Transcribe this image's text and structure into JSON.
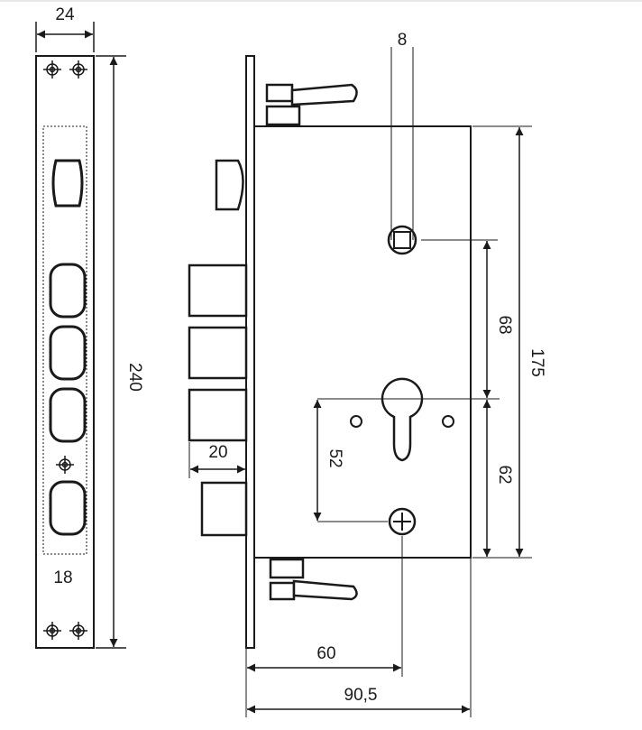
{
  "dimensions": {
    "faceplate_width": "24",
    "faceplate_height": "240",
    "faceplate_thickness": "18",
    "follower_offset": "8",
    "follower_to_cylinder": "68",
    "case_height": "175",
    "cylinder_to_handle": "52",
    "cylinder_to_bottom": "62",
    "bolt_projection": "20",
    "backset": "60",
    "case_depth": "90,5"
  },
  "colors": {
    "line": "#1a1a1a",
    "background": "#ffffff"
  }
}
